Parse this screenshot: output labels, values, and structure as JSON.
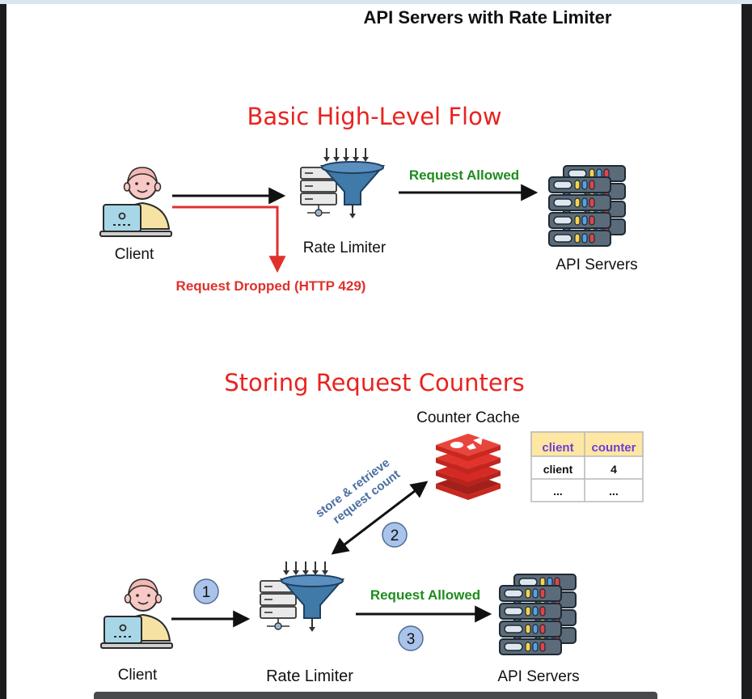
{
  "title": "API Servers with Rate Limiter",
  "section1": {
    "title": "Basic High-Level Flow",
    "client_label": "Client",
    "limiter_label": "Rate Limiter",
    "servers_label": "API Servers",
    "allowed_label": "Request Allowed",
    "dropped_label": "Request Dropped (HTTP 429)"
  },
  "section2": {
    "title": "Storing Request Counters",
    "cache_label": "Counter Cache",
    "store_label_line1": "store & retrieve",
    "store_label_line2": "request count",
    "client_label": "Client",
    "limiter_label": "Rate Limiter",
    "servers_label": "API Servers",
    "allowed_label": "Request Allowed",
    "steps": [
      "1",
      "2",
      "3"
    ],
    "table": {
      "headers": [
        "client",
        "counter"
      ],
      "rows": [
        [
          "client",
          "4"
        ],
        [
          "...",
          "..."
        ]
      ]
    }
  },
  "colors": {
    "title_red": "#e8231f",
    "allowed_green": "#1e8c1e",
    "dropped_red": "#e0302c",
    "header_purple": "#6a3fd6",
    "header_yellow": "#fde7a2",
    "store_label_blue": "#4a6fa0",
    "step_circle": "#a9c3ea",
    "redis_red": "#d42a23"
  },
  "icons": [
    "client-icon",
    "rate-limiter-icon",
    "api-servers-icon",
    "redis-cache-icon"
  ]
}
